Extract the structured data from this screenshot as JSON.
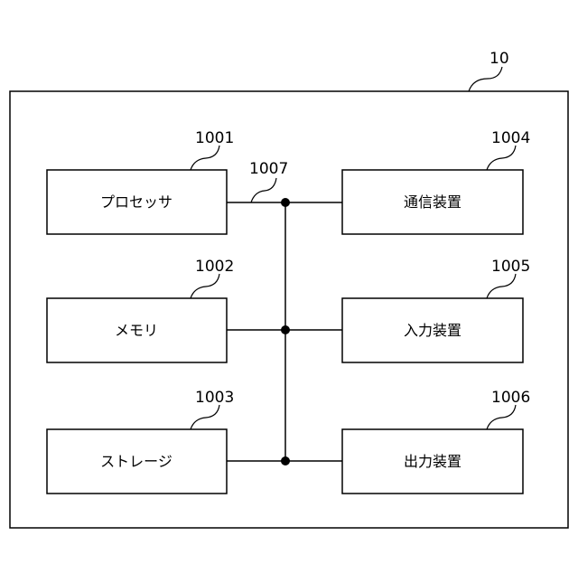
{
  "figure": {
    "outer": {
      "ref": "10"
    },
    "bus": {
      "ref": "1007"
    },
    "blocks": [
      {
        "ref": "1001",
        "label": "プロセッサ"
      },
      {
        "ref": "1002",
        "label": "メモリ"
      },
      {
        "ref": "1003",
        "label": "ストレージ"
      },
      {
        "ref": "1004",
        "label": "通信装置"
      },
      {
        "ref": "1005",
        "label": "入力装置"
      },
      {
        "ref": "1006",
        "label": "出力装置"
      }
    ]
  }
}
